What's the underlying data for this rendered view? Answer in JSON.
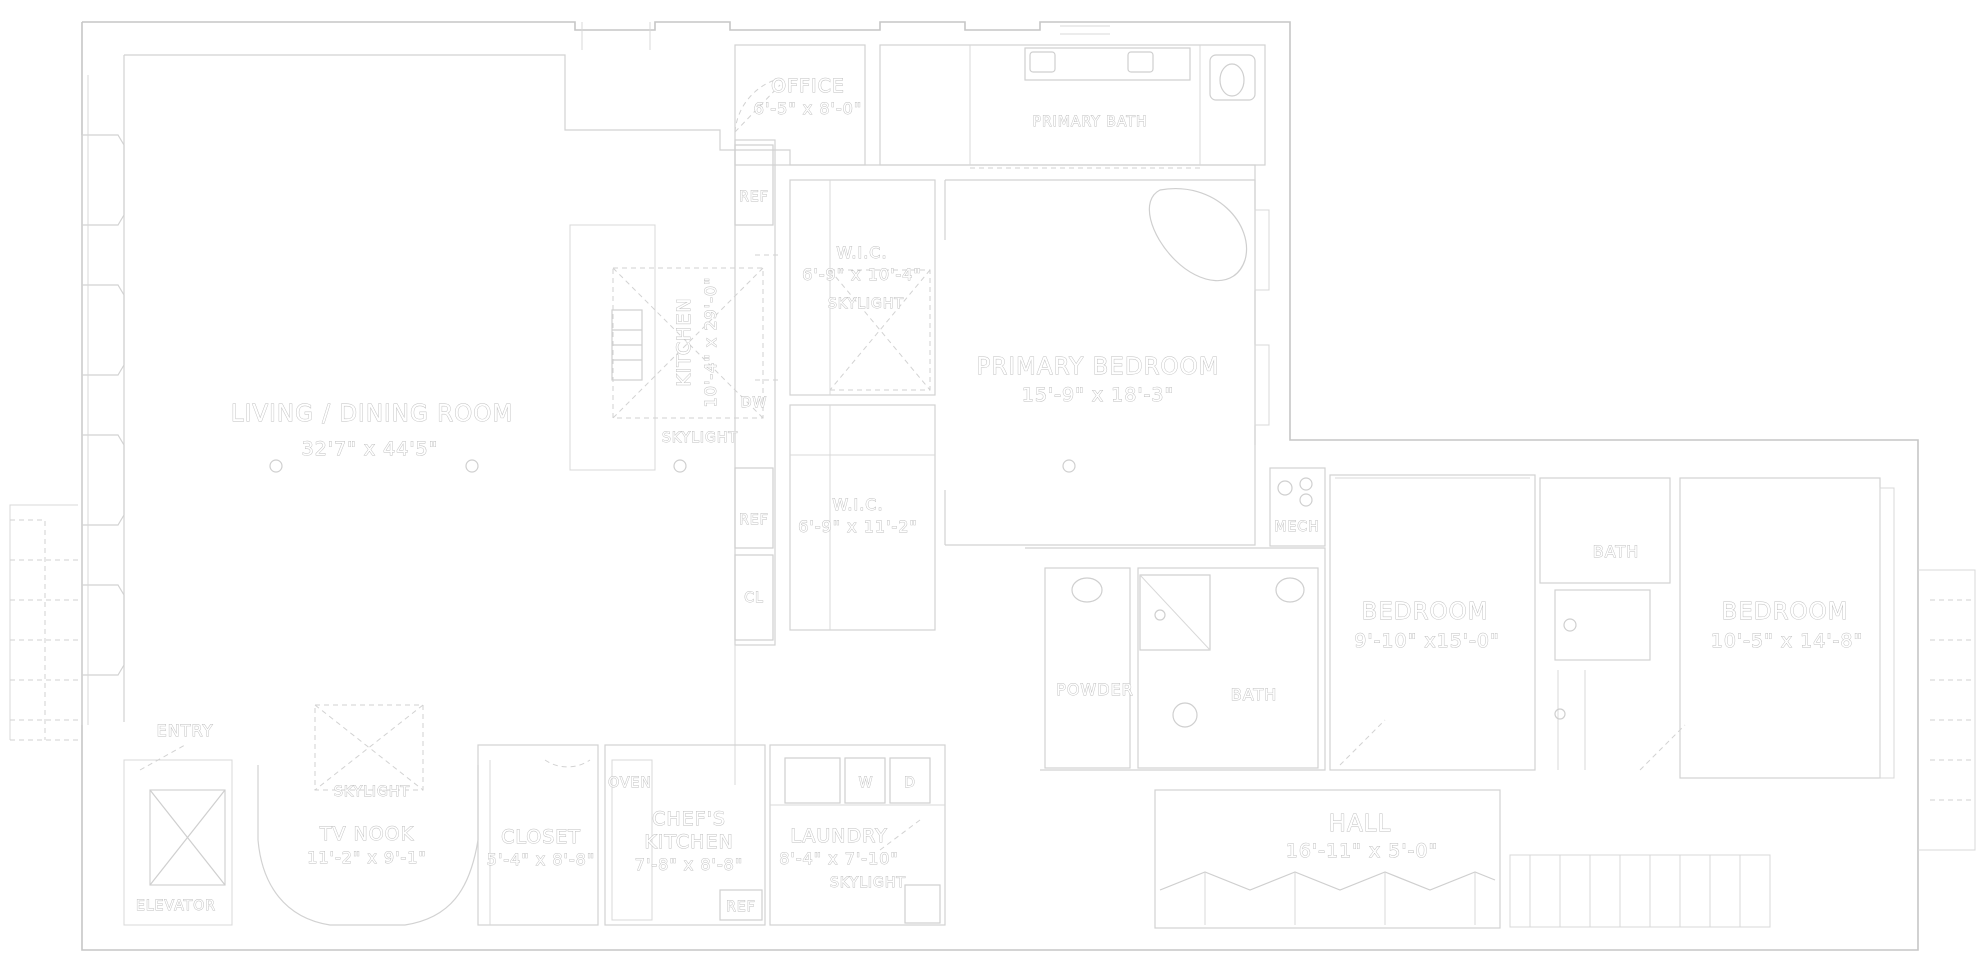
{
  "rooms": {
    "living": {
      "name": "LIVING / DINING ROOM",
      "dims": "32'7\" x 44'5\""
    },
    "office": {
      "name": "OFFICE",
      "dims": "6'-5\" x 8'-0\""
    },
    "primary_bath": {
      "name": "PRIMARY BATH"
    },
    "kitchen": {
      "name": "KITCHEN",
      "dims": "10'-4\" x 29'-0\""
    },
    "wic_1": {
      "name": "W.I.C.",
      "dims": "6'-9\" x 10'-4\""
    },
    "wic_2": {
      "name": "W.I.C.",
      "dims": "6'-9\" x 11'-2\""
    },
    "primary_bedroom": {
      "name": "PRIMARY BEDROOM",
      "dims": "15'-9\" x 18'-3\""
    },
    "bedroom_1": {
      "name": "BEDROOM",
      "dims": "9'-10\" x15'-0\""
    },
    "bedroom_2": {
      "name": "BEDROOM",
      "dims": "10'-5\" x 14'-8\""
    },
    "hall": {
      "name": "HALL",
      "dims": "16'-11\" x 5'-0\""
    },
    "tv_nook": {
      "name": "TV NOOK",
      "dims": "11'-2\" x 9'-1\""
    },
    "closet": {
      "name": "CLOSET",
      "dims": "5'-4\" x 8'-8\""
    },
    "chefs_kitchen": {
      "name": "CHEF'S",
      "name2": "KITCHEN",
      "dims": "7'-8\" x 8'-8\""
    },
    "laundry": {
      "name": "LAUNDRY",
      "dims": "8'-4\" x 7'-10\""
    }
  },
  "labels": {
    "skylight": "SKYLIGHT",
    "ref": "REF",
    "dw": "DW",
    "cl": "CL",
    "mech": "MECH",
    "bath": "BATH",
    "powder": "POWDER",
    "entry": "ENTRY",
    "elevator": "ELEVATOR",
    "oven": "OVEN",
    "washer": "W",
    "dryer": "D"
  },
  "colors": {
    "line": "#c6c6c6",
    "background": "#ffffff"
  }
}
